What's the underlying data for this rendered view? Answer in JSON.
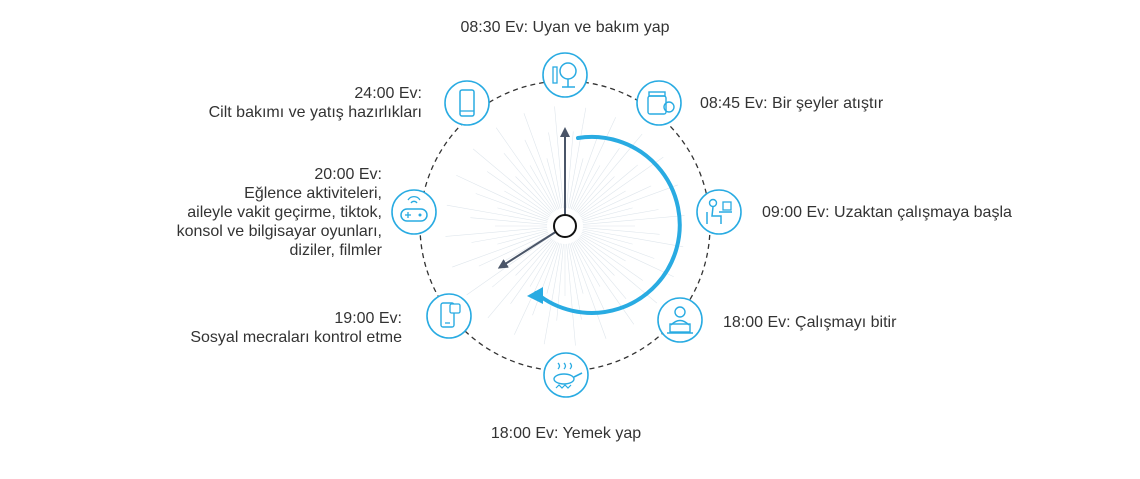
{
  "colors": {
    "accent": "#29ABE2",
    "hand": "#4A5568",
    "ring": "#333333",
    "text": "#333333"
  },
  "labels": [
    {
      "id": "0830",
      "lines": [
        "08:30 Ev: Uyan ve bakım yap"
      ],
      "icon": "mirror-makeup-icon"
    },
    {
      "id": "0845",
      "lines": [
        "08:45 Ev: Bir şeyler atıştır"
      ],
      "icon": "snack-jar-icon"
    },
    {
      "id": "0900",
      "lines": [
        "09:00 Ev: Uzaktan çalışmaya başla"
      ],
      "icon": "desk-worker-icon"
    },
    {
      "id": "1800w",
      "lines": [
        "18:00 Ev: Çalışmayı bitir"
      ],
      "icon": "laptop-person-icon"
    },
    {
      "id": "1800c",
      "lines": [
        "18:00 Ev: Yemek yap"
      ],
      "icon": "cooking-pan-icon"
    },
    {
      "id": "1900",
      "lines": [
        "19:00 Ev:",
        "Sosyal mecraları kontrol etme"
      ],
      "icon": "phone-social-icon"
    },
    {
      "id": "2000",
      "lines": [
        "20:00 Ev:",
        "Eğlence aktiviteleri,",
        "aileyle vakit geçirme, tiktok,",
        "konsol ve bilgisayar oyunları,",
        "diziler, filmler"
      ],
      "icon": "gamepad-icon"
    },
    {
      "id": "2400",
      "lines": [
        "24:00 Ev:",
        "Cilt bakımı ve yatış hazırlıkları"
      ],
      "icon": "smartphone-icon"
    }
  ]
}
